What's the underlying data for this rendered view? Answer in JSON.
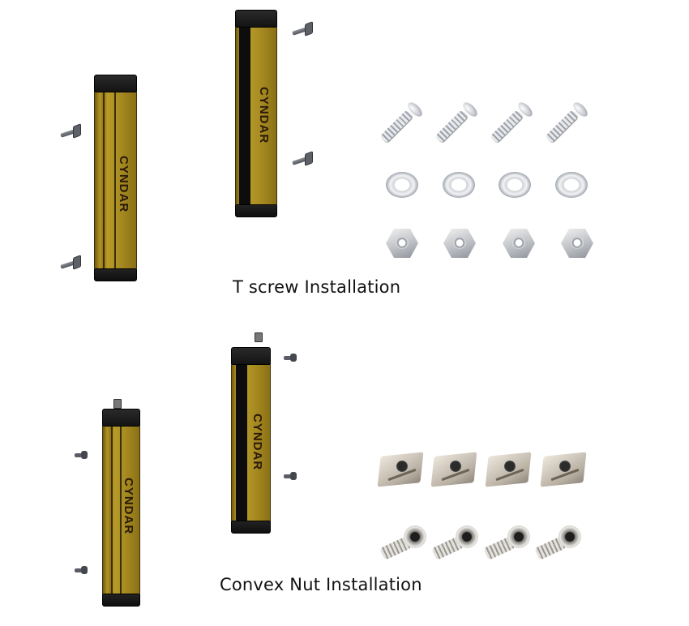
{
  "sections": [
    {
      "id": "t-screw",
      "caption": "T screw Installation",
      "curtains": [
        {
          "brand_label": "CYNDAR"
        },
        {
          "brand_label": "CYNDAR"
        }
      ],
      "hardware": {
        "bolts_count": 4,
        "washers_count": 4,
        "nuts_count": 4
      }
    },
    {
      "id": "convex-nut",
      "caption": "Convex Nut Installation",
      "curtains": [
        {
          "brand_label": "CYNDAR"
        },
        {
          "brand_label": "CYNDAR"
        }
      ],
      "hardware": {
        "t_nuts_count": 4,
        "cap_screws_count": 4
      }
    }
  ],
  "colors": {
    "body_yellow": "#b39423",
    "body_dark": "#6f5a10",
    "cap_black": "#1c1c1c",
    "label_text": "#2a1a08",
    "steel": "#c6c9cf",
    "background": "#ffffff"
  }
}
